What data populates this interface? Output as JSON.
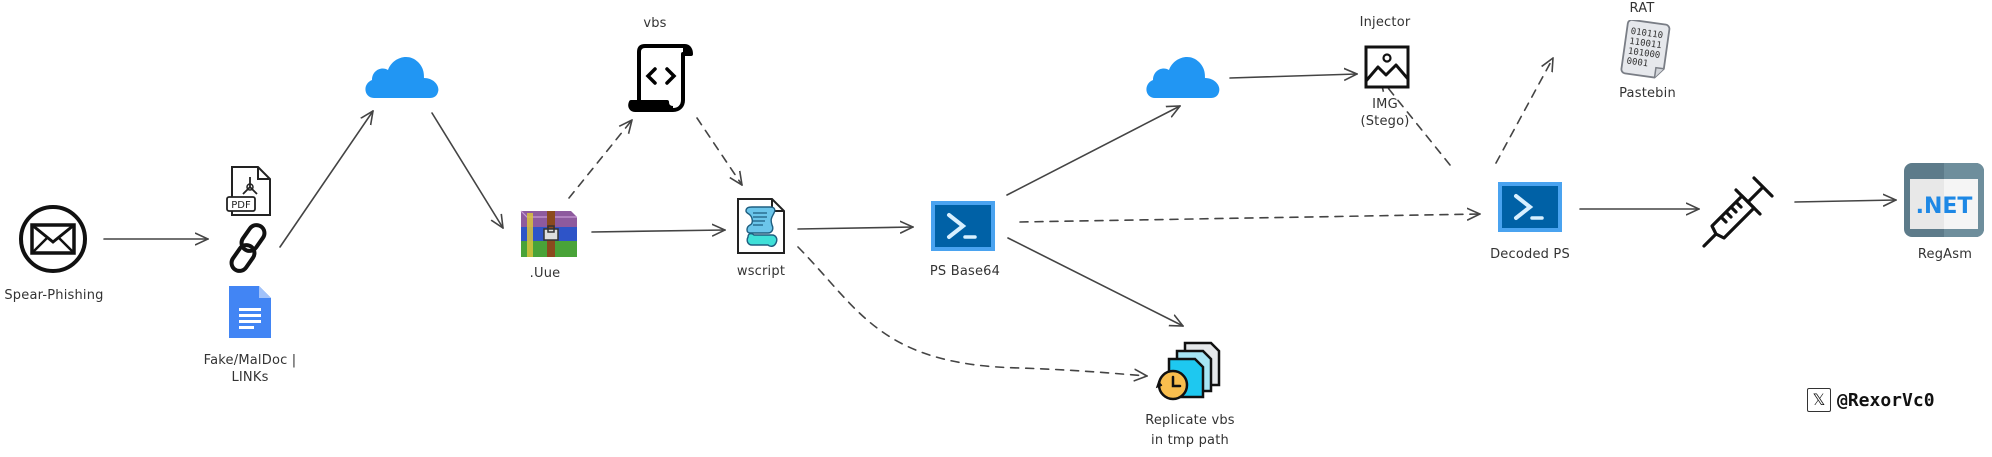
{
  "diagram": {
    "nodes": [
      {
        "id": "spear-phishing",
        "label": "Spear-Phishing",
        "icon": "envelope-icon"
      },
      {
        "id": "fake-maldoc-links",
        "label": "Fake/MalDoc | LINKs",
        "label_lines": [
          "Fake/MalDoc |",
          "LINKs"
        ],
        "icon": [
          "pdf-file-icon",
          "chain-link-icon",
          "google-doc-icon"
        ]
      },
      {
        "id": "cloud-1",
        "label": "",
        "icon": "cloud-icon"
      },
      {
        "id": "vue-archive",
        "label": ".Uue",
        "icon": "winrar-archive-icon"
      },
      {
        "id": "vbs",
        "label": "vbs",
        "icon": "script-scroll-icon"
      },
      {
        "id": "wscript",
        "label": "wscript",
        "icon": "wscript-icon"
      },
      {
        "id": "ps-base64",
        "label": "PS Base64",
        "icon": "powershell-icon"
      },
      {
        "id": "replicate-vbs",
        "label": "Replicate vbs in tmp path",
        "label_lines": [
          "Replicate vbs",
          "in tmp path"
        ],
        "icon": "scheduled-copy-icon"
      },
      {
        "id": "cloud-2",
        "label": "",
        "icon": "cloud-icon"
      },
      {
        "id": "img-stego",
        "label": "IMG (Stego)",
        "label_lines": [
          "IMG",
          "(Stego)"
        ],
        "top_label": "Injector",
        "icon": "image-icon"
      },
      {
        "id": "decoded-ps",
        "label": "Decoded PS",
        "icon": "powershell-icon"
      },
      {
        "id": "pastebin",
        "label": "Pastebin",
        "top_label": "RAT",
        "icon": "binary-file-icon"
      },
      {
        "id": "injection",
        "label": "",
        "icon": "syringe-icon"
      },
      {
        "id": "regasm",
        "label": "RegAsm",
        "icon": "dotnet-icon",
        "icon_text": ".NET"
      }
    ],
    "edges": [
      {
        "from": "spear-phishing",
        "to": "fake-maldoc-links",
        "style": "solid"
      },
      {
        "from": "fake-maldoc-links",
        "to": "cloud-1",
        "style": "solid"
      },
      {
        "from": "cloud-1",
        "to": "vue-archive",
        "style": "solid"
      },
      {
        "from": "vue-archive",
        "to": "vbs",
        "style": "dashed"
      },
      {
        "from": "vbs",
        "to": "wscript",
        "style": "dashed"
      },
      {
        "from": "vue-archive",
        "to": "wscript",
        "style": "solid"
      },
      {
        "from": "wscript",
        "to": "ps-base64",
        "style": "solid"
      },
      {
        "from": "wscript",
        "to": "replicate-vbs",
        "style": "dashed"
      },
      {
        "from": "ps-base64",
        "to": "cloud-2",
        "style": "solid"
      },
      {
        "from": "ps-base64",
        "to": "decoded-ps",
        "style": "dashed"
      },
      {
        "from": "ps-base64",
        "to": "replicate-vbs",
        "style": "solid"
      },
      {
        "from": "cloud-2",
        "to": "img-stego",
        "style": "solid"
      },
      {
        "from": "decoded-ps",
        "to": "img-stego",
        "style": "dashed"
      },
      {
        "from": "decoded-ps",
        "to": "pastebin",
        "style": "dashed"
      },
      {
        "from": "decoded-ps",
        "to": "injection",
        "style": "solid"
      },
      {
        "from": "injection",
        "to": "regasm",
        "style": "solid"
      }
    ]
  },
  "labels": {
    "spear_phishing": "Spear-Phishing",
    "fake_maldoc_line1": "Fake/MalDoc |",
    "fake_maldoc_line2": "LINKs",
    "vue": ".Uue",
    "vbs": "vbs",
    "wscript": "wscript",
    "ps_base64": "PS Base64",
    "replicate_line1": "Replicate vbs",
    "replicate_line2": "in tmp path",
    "injector": "Injector",
    "img_line1": "IMG",
    "img_line2": "(Stego)",
    "rat": "RAT",
    "pastebin": "Pastebin",
    "decoded_ps": "Decoded PS",
    "regasm": "RegAsm",
    "dotnet_text": ".NET",
    "pdf_text": "PDF",
    "binary_lines": [
      "010110",
      "110011",
      "101000",
      "0001"
    ]
  },
  "footer": {
    "social_icon": "x-logo-icon",
    "social_glyph": "𝕏",
    "handle": "@RexorVc0"
  },
  "colors": {
    "stroke": "#444444",
    "cloud_blue": "#2196F3",
    "powershell_blue": "#0061A6",
    "powershell_border": "#4AA3F0",
    "gdoc_blue": "#4285F4",
    "wscript_cyan": "#4DD0E1",
    "clock_orange": "#F9BE4E",
    "doc_cyan": "#1EC8F0",
    "dotnet_frame": "#5D7B8A",
    "dotnet_text": "#1E88E5"
  }
}
